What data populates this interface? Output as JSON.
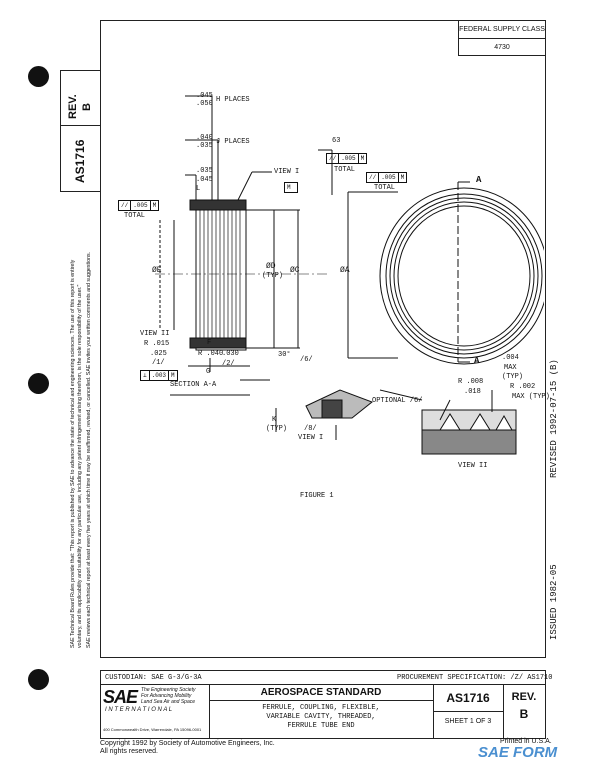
{
  "header": {
    "fsc_label": "FEDERAL SUPPLY CLASS",
    "fsc_value": "4730",
    "doc_number": "AS1716",
    "rev_label": "REV.",
    "rev_value": "B"
  },
  "side_notice": {
    "line1": "SAE Technical Board Rules provide that: \"This report is published by SAE to advance the state of technical and engineering sciences. The use of this report is entirely",
    "line2": "voluntary, and its applicability and suitability for any particular use, including any patent infringement arising therefrom, is the sole responsibility of the user.\"",
    "line3": "SAE reviews each technical report at least every five years at which time it may be reaffirmed, revised, or cancelled. SAE invites your written comments and suggestions."
  },
  "drawing": {
    "dims_h_places": [
      ".045",
      ".050",
      "H PLACES"
    ],
    "dims_j_places": [
      ".040",
      ".035",
      "J PLACES"
    ],
    "dims_l": [
      ".035",
      ".045",
      "L"
    ],
    "view_i": "VIEW I",
    "view_ii": "VIEW II",
    "section": "SECTION A-A",
    "figure": "FIGURE 1",
    "total": "TOTAL",
    "fcf_005": ".005",
    "m": "M",
    "fcf_003": ".003",
    "finish_63": "63",
    "be": "ØE",
    "bd": "ØD",
    "typ": "(TYP)",
    "bc": "ØC",
    "ba": "ØA",
    "a": "A",
    "r_015": "R .015",
    "val_025": ".025",
    "val_1": "/1/",
    "r_040": "R .040",
    "val_030": ".030",
    "val_2": "/2/",
    "f": "F",
    "g": "G",
    "deg30": "30°",
    "val_6": "/6/",
    "k": "K",
    "val_8": "/8/",
    "optional": "OPTIONAL /6/",
    "max_004": ".004",
    "max": "MAX",
    "r_008": "R .008",
    "val_018": ".018",
    "r_002": "R .002",
    "max_typ": "MAX (TYP)",
    "typ2": "(TYP)"
  },
  "dates": {
    "revised": "REVISED   1992-07-15  (B)",
    "issued": "ISSUED   1982-05"
  },
  "footer": {
    "custodian": "CUSTODIAN:  SAE G-3/G-3A",
    "procurement": "PROCUREMENT SPECIFICATION:  /Z/ AS1710",
    "sae_logo": "SAE",
    "sae_tag1": "The Engineering Society",
    "sae_tag2": "For Advancing Mobility",
    "sae_tag3": "Land Sea Air and Space",
    "sae_intl": "I N T E R N A T I O N A L",
    "sae_addr": "400 Commonwealth Drive, Warrendale, PA 15096-0001",
    "standard_title": "AEROSPACE STANDARD",
    "desc1": "FERRULE, COUPLING, FLEXIBLE,",
    "desc2": "VARIABLE CAVITY, THREADED,",
    "desc3": "FERRULE TUBE END",
    "doc_number": "AS1716",
    "sheet": "SHEET 1 OF 3",
    "rev_label": "REV.",
    "rev_value": "B",
    "copyright1": "Copyright 1992  by Society of Automotive Engineers, Inc.",
    "copyright2": "All rights reserved.",
    "printed": "Printed in U.S.A.",
    "stamp": "SAE FORM"
  }
}
